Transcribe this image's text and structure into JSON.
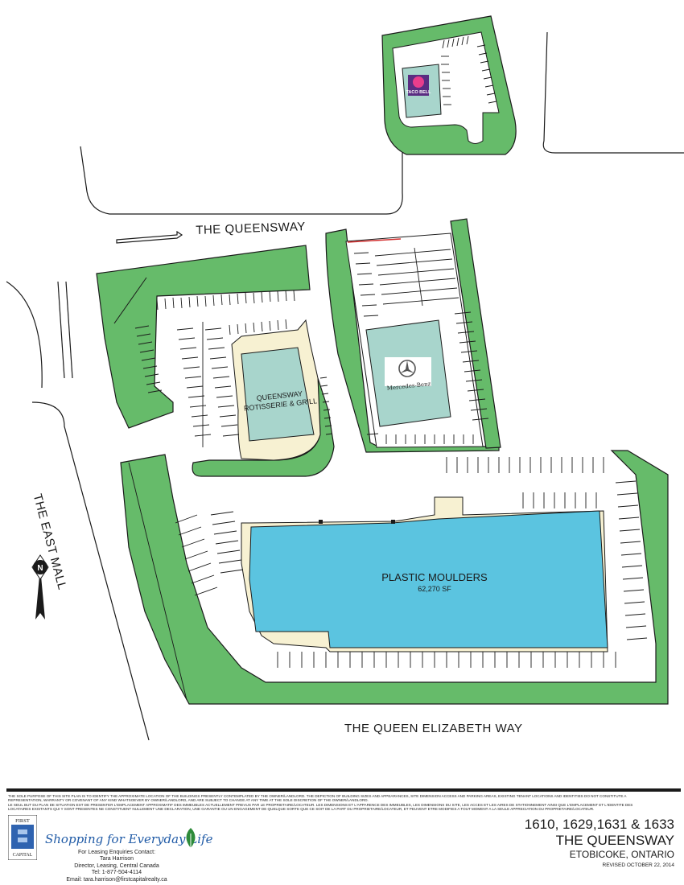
{
  "roads": {
    "queensway": "THE QUEENSWAY",
    "east_mall": "THE EAST MALL",
    "qew": "THE QUEEN ELIZABETH WAY"
  },
  "tenants": {
    "taco_bell": "TACO BELL",
    "rotisserie_line1": "QUEENSWAY",
    "rotisserie_line2": "ROTISSERIE & GRILL",
    "mercedes": "Mercedes-Benz",
    "plastic_name": "PLASTIC MOULDERS",
    "plastic_area": "62,270 SF"
  },
  "compass": {
    "letter": "N"
  },
  "disclaimer": {
    "line1": "THE SOLE PURPOSE OF THIS SITE PLAN IS TO IDENTIFY THE APPROXIMATE LOCATION OF THE BUILDINGS PRESENTLY CONTEMPLATED BY THE OWNER/LANDLORD. THE DEPICTION OF BUILDING SIZES AND APPEARANCES, SITE DIMENSION ACCESS AND PARKING AREAS, EXISTING TENANT LOCATIONS AND IDENTITIES DO NOT CONSTITUTE A",
    "line2": "REPRESENTATION, WARRANTY OR COVENANT OF ANY KIND WHATSOEVER BY OWNER/LANDLORD, AND ARE SUBJECT TO CHANGE AT ANY TIME AT THE SOLE DISCRETION OF THE OWNER/LANDLORD.",
    "line3": "LE SEUL BUT DU PLAN DE SITUATION EST DE PRESENTER L'EMPLACEMENT APPROXIMATIF DES IMMEUBLES ACTUELLEMENT PREVUS PAR LE PROPRIETAIRE/LOCATEUR. LES DIMENSIONS ET L'APPARENCE DES IMMEUBLES, LES DIMENSIONS DU SITE, LES ACCES ET LES AIRES DE STATIONNEMENT AINSI QUE L'EMPLACEMENT ET L'IDENTITE DES",
    "line4": "LOCATAIRES EXISTANTS QUI Y SONT PRESENTES NE CONSTITUENT NULLEMENT UNE DECLARATION, UNE GARANTIE OU UN ENGAGEMENT DE QUELQUE SORTE QUE CE SOIT DE LA PART DU PROPRIETAIRE/LOCATEUR, ET PEUVENT ETRE MODIFIES A TOUT MOMENT A LA SEULE APPRECIATION DU PROPRIETAIRE/LOCATEUR."
  },
  "logo": {
    "top": "FIRST",
    "bottom": "CAPITAL"
  },
  "slogan": "Shopping for Everyday Life",
  "contact": {
    "line1": "For Leasing Enquiries Contact:",
    "line2": "Tara Harrison",
    "line3": "Director, Leasing, Central Canada",
    "line4": "Tel: 1-877-504-4114",
    "line5": "Email: tara.harrison@firstcapitalrealty.ca"
  },
  "address": {
    "line1": "1610, 1629,1631 & 1633",
    "line2": "THE QUEENSWAY",
    "line3": "ETOBICOKE, ONTARIO",
    "revised": "REVISED OCTOBER 22, 2014"
  },
  "colors": {
    "landscape": "#66bb6a",
    "building": "#a8d5cc",
    "plastic": "#5bc4e0",
    "sidewalk": "#f7f1d2"
  }
}
